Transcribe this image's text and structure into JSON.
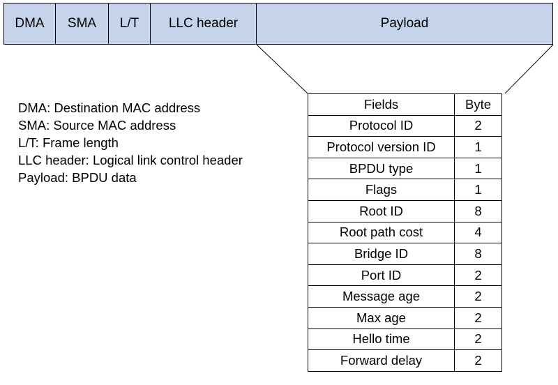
{
  "frame": {
    "segments": [
      "DMA",
      "SMA",
      "L/T",
      "LLC header",
      "Payload"
    ]
  },
  "legend": [
    "DMA: Destination MAC address",
    "SMA: Source MAC address",
    "L/T: Frame length",
    "LLC header: Logical link control header",
    "Payload: BPDU data"
  ],
  "table": {
    "headers": [
      "Fields",
      "Byte"
    ],
    "rows": [
      [
        "Protocol ID",
        "2"
      ],
      [
        "Protocol version ID",
        "1"
      ],
      [
        "BPDU type",
        "1"
      ],
      [
        "Flags",
        "1"
      ],
      [
        "Root ID",
        "8"
      ],
      [
        "Root path cost",
        "4"
      ],
      [
        "Bridge ID",
        "8"
      ],
      [
        "Port ID",
        "2"
      ],
      [
        "Message age",
        "2"
      ],
      [
        "Max age",
        "2"
      ],
      [
        "Hello time",
        "2"
      ],
      [
        "Forward delay",
        "2"
      ]
    ]
  },
  "colors": {
    "frame_fill": "#c5d3eb",
    "line": "#000000"
  }
}
